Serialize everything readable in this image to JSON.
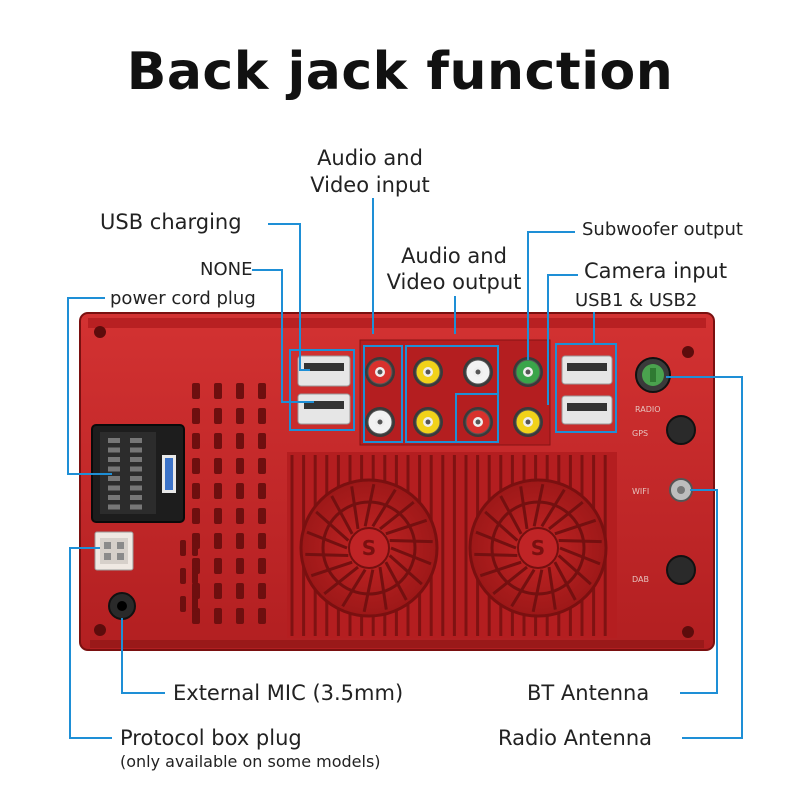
{
  "title": "Back jack function",
  "labels": {
    "av_input": [
      "Audio and",
      "Video input"
    ],
    "usb_charging": "USB charging",
    "none": "NONE",
    "power_cord": "power cord plug",
    "av_output": [
      "Audio and",
      "Video output"
    ],
    "subwoofer": "Subwoofer output",
    "camera": "Camera input",
    "usb12": "USB1 & USB2",
    "external_mic": "External MIC (3.5mm)",
    "protocol_box": "Protocol box plug",
    "protocol_note": "(only available on some models)",
    "bt_antenna": "BT Antenna",
    "radio_antenna": "Radio Antenna"
  },
  "unit_markings": {
    "radio": "RADIO",
    "gps": "GPS",
    "wifi": "WIFI",
    "dab": "DAB",
    "fan_badge": "S"
  },
  "colors": {
    "unit_red": "#c9282a",
    "unit_dark": "#8e1414",
    "leader_blue": "#1e8fd6",
    "rca_red": "#d8312d",
    "rca_white": "#f2f2f2",
    "rca_yellow": "#f1d21a",
    "rca_green": "#3aa54a"
  }
}
